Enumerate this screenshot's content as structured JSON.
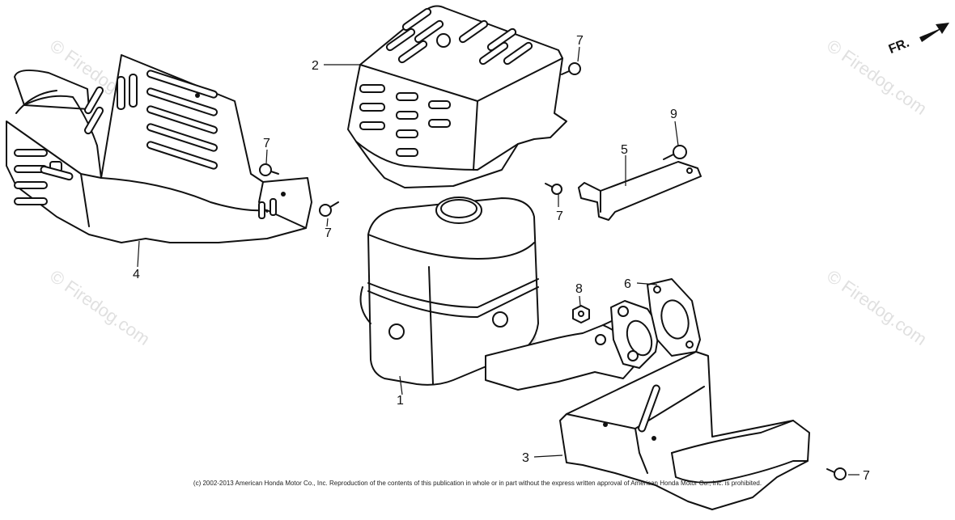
{
  "diagram": {
    "direction_label": "FR.",
    "callouts": {
      "c1": "1",
      "c2": "2",
      "c3": "3",
      "c4": "4",
      "c5": "5",
      "c6": "6",
      "c7a": "7",
      "c7b": "7",
      "c7c": "7",
      "c7d": "7",
      "c7e": "7",
      "c8": "8",
      "c9": "9"
    },
    "watermark": "© Firedog.com",
    "copyright": "(c) 2002-2013 American Honda Motor Co., Inc. Reproduction of the contents of this publication in whole or in part without the express written approval of American Honda Motor Co., Inc. is prohibited."
  }
}
